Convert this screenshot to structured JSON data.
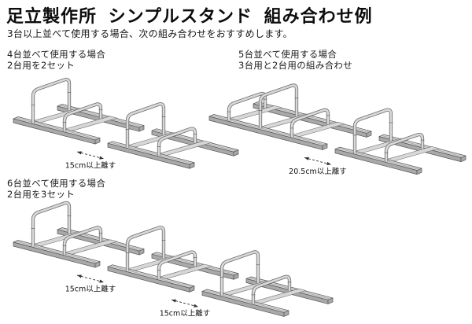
{
  "page": {
    "title": "足立製作所 シンプルスタンド 組み合わせ例",
    "subtitle": "3台以上並べて使用する場合、次の組み合わせをおすすめします。"
  },
  "colors": {
    "text": "#111111",
    "line": "#565656",
    "rail_front": "#a9a9a9",
    "rail_top": "#d7d7d7",
    "rail_groove": "#8f8f8f",
    "tube_fill": "#d9d9d9",
    "tube_edge": "#6b6b6b",
    "dimension": "#303030"
  },
  "sections": [
    {
      "id": "four-stands",
      "heading": [
        "4台並べて使用する場合",
        "2台用を2セット"
      ],
      "units": [
        {
          "type": "2台用",
          "hoops": [
            "tall",
            "short"
          ]
        },
        {
          "type": "2台用",
          "hoops": [
            "tall",
            "short"
          ]
        }
      ],
      "gap_labels": [
        "15cm以上離す"
      ]
    },
    {
      "id": "five-stands",
      "heading": [
        "5台並べて使用する場合",
        "3台用と2台用の組み合わせ"
      ],
      "units": [
        {
          "type": "3台用",
          "hoops": [
            "short",
            "tall",
            "short"
          ]
        },
        {
          "type": "2台用",
          "hoops": [
            "tall",
            "short"
          ]
        }
      ],
      "gap_labels": [
        "20.5cm以上離す"
      ]
    },
    {
      "id": "six-stands",
      "heading": [
        "6台並べて使用する場合",
        "2台用を3セット"
      ],
      "units": [
        {
          "type": "2台用",
          "hoops": [
            "tall",
            "short"
          ]
        },
        {
          "type": "2台用",
          "hoops": [
            "tall",
            "short"
          ]
        },
        {
          "type": "2台用",
          "hoops": [
            "tall",
            "short"
          ]
        }
      ],
      "gap_labels": [
        "15cm以上離す",
        "15cm以上離す"
      ]
    }
  ]
}
